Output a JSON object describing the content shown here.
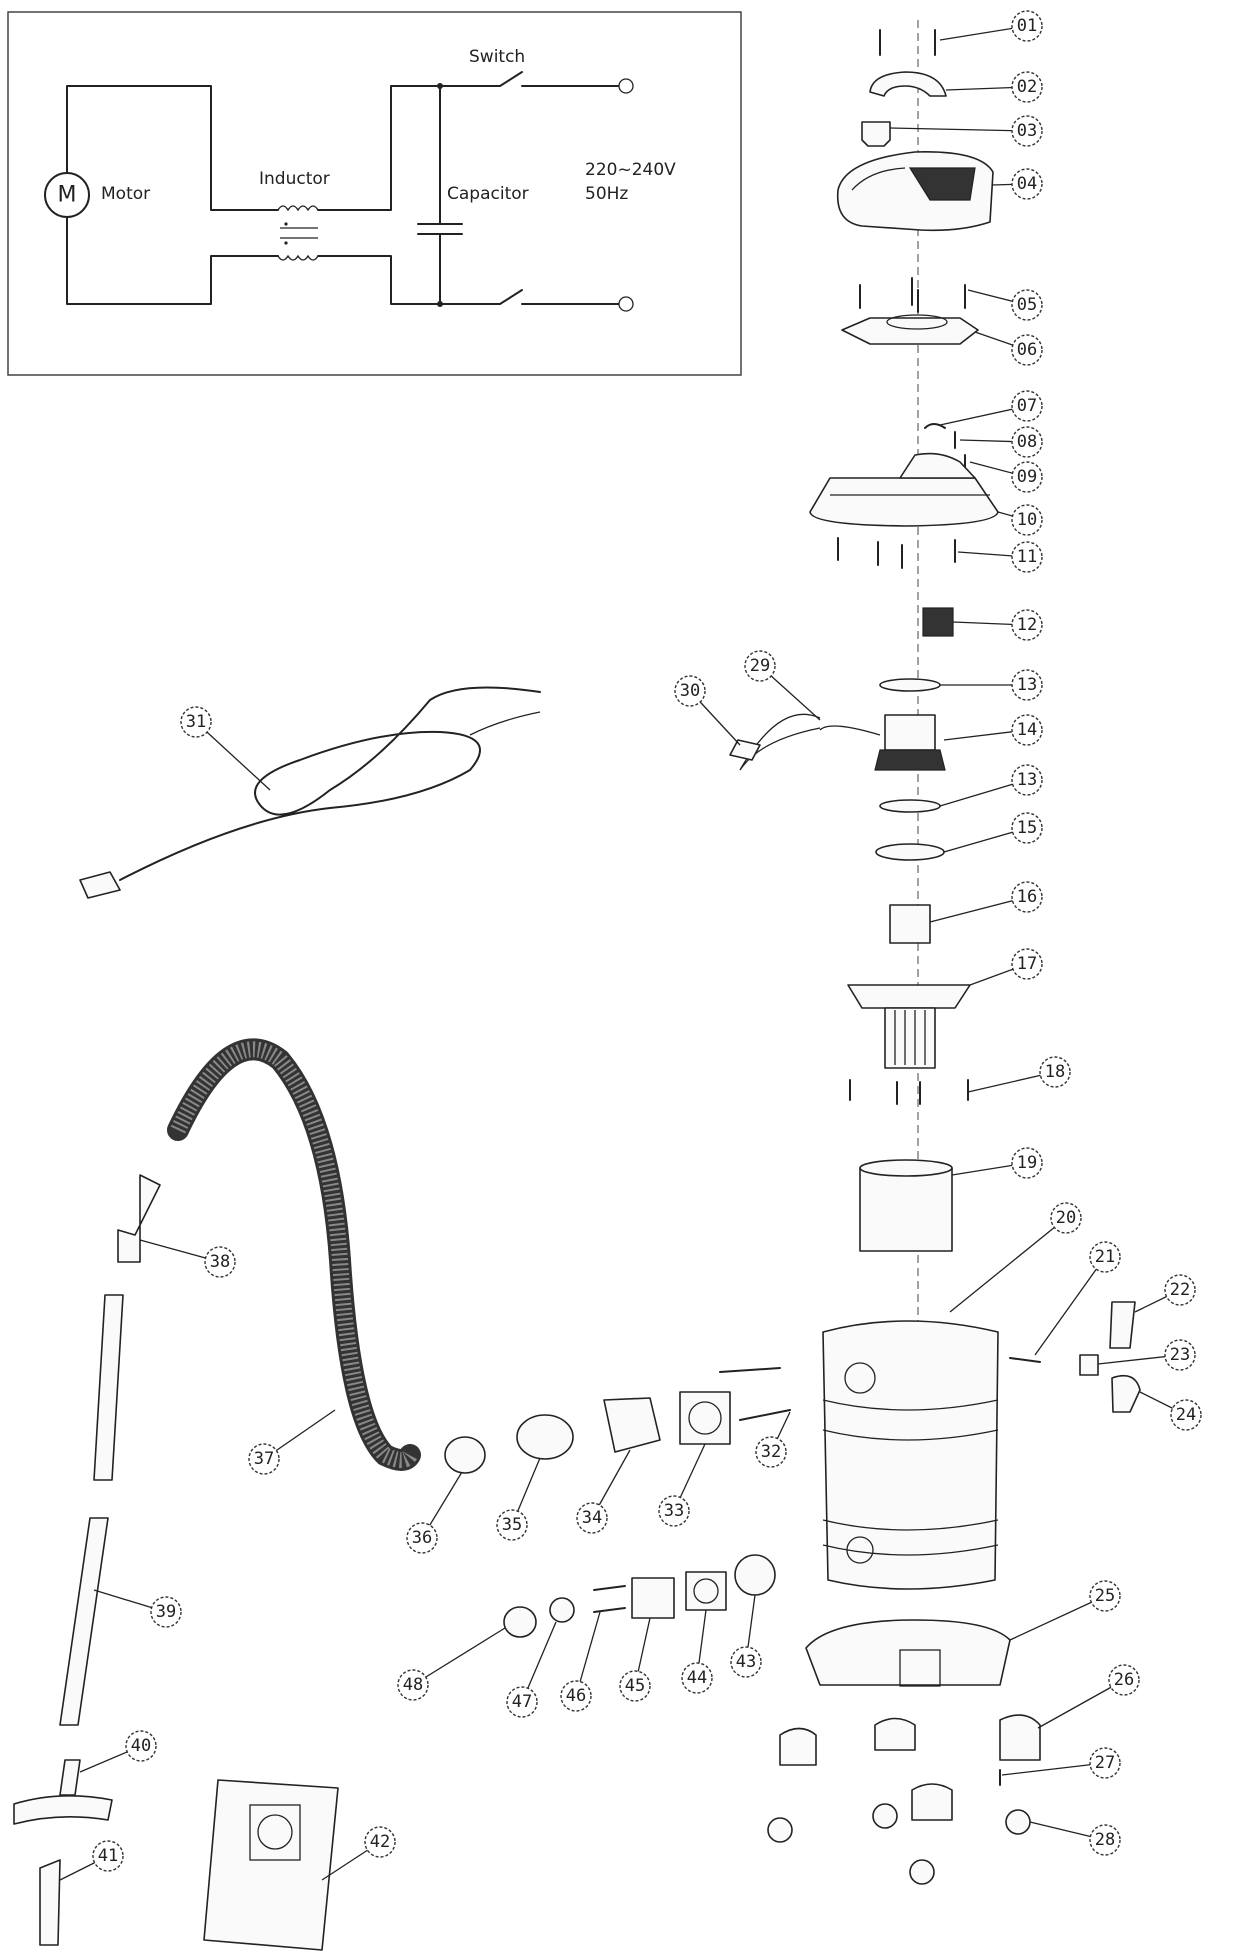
{
  "wiring": {
    "motor_symbol": "M",
    "motor_label": "Motor",
    "inductor_label": "Inductor",
    "switch_label": "Switch",
    "capacitor_label": "Capacitor",
    "voltage_line1": "220~240V",
    "voltage_line2": "50Hz"
  },
  "part_numbers": [
    "01",
    "02",
    "03",
    "04",
    "05",
    "06",
    "07",
    "08",
    "09",
    "10",
    "11",
    "12",
    "13",
    "14",
    "13",
    "15",
    "16",
    "17",
    "18",
    "19",
    "20",
    "21",
    "22",
    "23",
    "24",
    "25",
    "26",
    "27",
    "28",
    "29",
    "30",
    "31",
    "32",
    "33",
    "34",
    "35",
    "36",
    "37",
    "38",
    "39",
    "40",
    "41",
    "42",
    "43",
    "44",
    "45",
    "46",
    "47",
    "48"
  ]
}
